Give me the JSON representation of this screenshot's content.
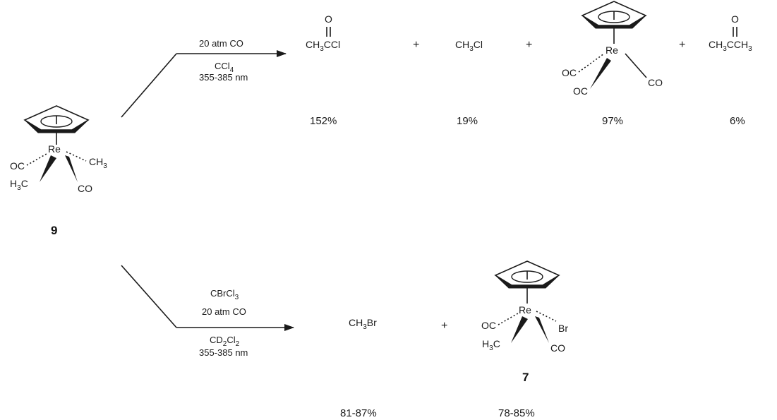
{
  "reactant": {
    "number": "9"
  },
  "pathway_top": {
    "conditions": [
      "20 atm CO",
      "CCl4",
      "355-385 nm"
    ],
    "products": [
      {
        "formula": "CH3CCl",
        "yield": "152%"
      },
      {
        "formula": "CH3Cl",
        "yield": "19%"
      },
      {
        "formula": "CpRe(CO)3",
        "yield": "97%"
      },
      {
        "formula": "CH3CCH3",
        "yield": "6%"
      }
    ]
  },
  "pathway_bottom": {
    "conditions": [
      "CBrCl3",
      "20 atm CO",
      "CD2Cl2",
      "355-385 nm"
    ],
    "products": [
      {
        "formula": "CH3Br",
        "yield": "81-87%"
      },
      {
        "formula": "CpRe(CO)2(CH3)Br",
        "number": "7",
        "yield": "78-85%"
      }
    ]
  },
  "plus_sign": "+"
}
